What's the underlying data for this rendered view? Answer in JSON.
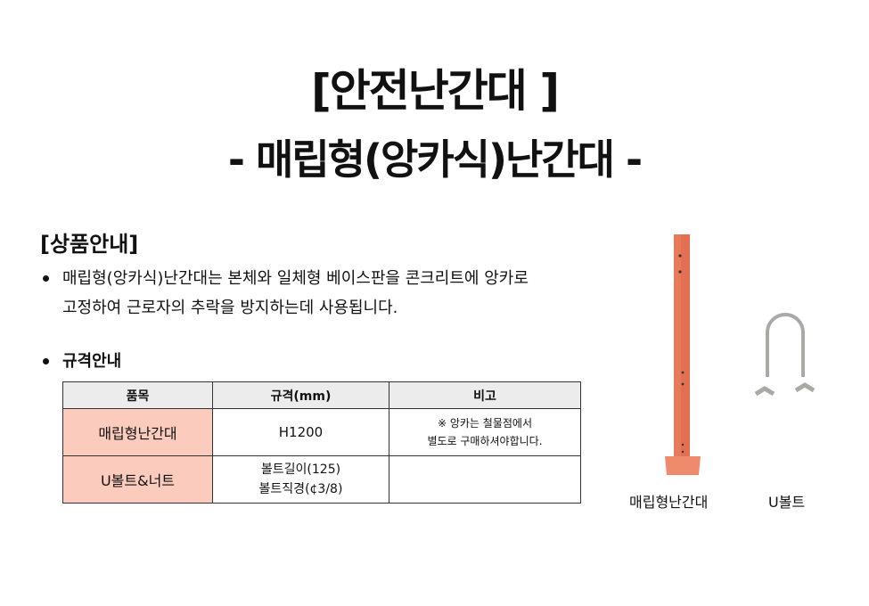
{
  "title": {
    "line1": "[안전난간대 ]",
    "line2": "- 매립형(앙카식)난간대 -"
  },
  "section_title": "[상품안내]",
  "description": {
    "line1": "매립형(앙카식)난간대는 본체와 일체형 베이스판을 콘크리트에 앙카로",
    "line2": "고정하여 근로자의 추락을 방지하는데 사용됩니다."
  },
  "spec_heading": "규격안내",
  "table": {
    "headers": [
      "품목",
      "규격(mm)",
      "비고"
    ],
    "rows": [
      {
        "item": "매립형난간대",
        "spec": [
          "H1200"
        ],
        "note": [
          "※ 앙카는 철물점에서",
          "별도로 구매하셔야합니다."
        ]
      },
      {
        "item": "U볼트&너트",
        "spec": [
          "볼트길이(125)",
          "볼트직경(¢3/8)"
        ],
        "note": []
      }
    ]
  },
  "images": {
    "rail_caption": "매립형난간대",
    "ubolt_caption": "U볼트",
    "rail_color": "#e8795a"
  }
}
